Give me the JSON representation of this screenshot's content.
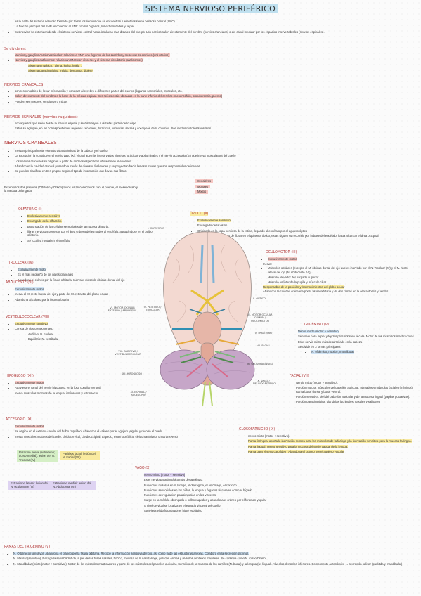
{
  "title": "SISTEMA NERVIOSO PERIFÉRICO",
  "intro": [
    "es la parte del sistema nervioso formado por todos los nervios que se encuentran fuera del sistema nervioso central (SNC)",
    "La función principal del SNP es conectar al SNC con los órganos, las extremidades y la piel",
    "Sus nervios se extienden desde el sistema nervioso central hasta las áreas más distales del cuerpo. Los nervios salen directamente del cerebro (nervios craneales) o del canal medular por los espacios intervertebrales (nervios espinales)."
  ],
  "divide_title": "Se divide en:",
  "divide": [
    "Nervios y ganglios cerebroespinales: relacionan SNC con órganos de los sentidos y musculatura estriada (voluntarios).",
    "Nervios y ganglios autónomos: relacionan SNC con vísceras y el sistema circulatorio (autónomos)."
  ],
  "divide_sub": [
    "Sistema simpático: \"alerta, lucha, huida\".",
    "Sistema parasimpático: \"relaja, descansa, digiere\""
  ],
  "craneales_title": "NERVIOS CRANEALES",
  "craneales": [
    "son responsables de llevar información y conectar al cerebro a diferentes partes del cuerpo (órganos sensoriales, músculos, etc.",
    "Salen directamente del cerebro o la base de la médula espinal. Sus raíces están ubicadas en la parte inferior del cerebro (mesencéfalo, protuberancia, puente)",
    "Pueden ser motores, sensitivos o mixtos"
  ],
  "espinales_title": "NERVIOS ESPINALES (nervios raquídeos)",
  "espinales": [
    "son aquellos que salen desde la médula espinal y se distribuyen a distintas partes del cuerpo",
    "Estos se agrupan, en las correspondientes regiones cervicales, torácicas, lumbares, sacras y coccígeas de la columna. Son mixtos motores/sensitivos"
  ],
  "craneales2_title": "NERVIOS CRANEALES",
  "craneales2": [
    "Inervan principalmente estructuras anatómicas de la cabeza y el cuello.",
    "La excepción la constituyen el nervio vago (X), el cual además inerva varias vísceras torácicas y abdominales y el nervio accesorio (XI) que inerva musculatura del cuello",
    "Los nervios craneales se originan a partir de núcleos específicos ubicados en el encéfalo",
    "Abandonan la cavidad craneal pasando a través de diversos forámenes y se proyectan hacia las estructuras que son responsables de inervar.",
    "Se pueden clasificar en tres grupos según el tipo de información que llevan sus fibras"
  ],
  "craneales2_extra": "Excepto los dos primeros (Olfatorio y Óptico) todos están conectados con: el puente, el mesencéfalo y la médula oblongada",
  "types": [
    "Sensitivos",
    "Motores",
    "Mixtos"
  ],
  "olfatorio_title": "OLFATORIO (I)",
  "olfatorio": [
    "Exclusivamente sensitivo",
    "Encargado de la olfacción.",
    "prolongación de las células sensoriales de la mucosa olfatoria.",
    "fibras nerviosas penetran por el área cribosa del etmoides al encéfalo, agrupándose en el bulbo olfatorio.",
    "Se localiza rostral en el encéfalo"
  ],
  "optico_title": "ÓPTICO (II)",
  "optico": [
    "Exclusivamente sensitivo",
    "Encargado de la visión.",
    "Originado en la capa nerviosa de la retina, llegando al encéfalo por el agujero óptico",
    "Tras el entrecruzamiento de fibras en el quiasma óptico, estas siguen su recorrido por la base del encéfalo, hasta alcanzar el área occipital"
  ],
  "troclear_title": "TROCLEAR (IV)",
  "troclear": [
    "Exclusivamente motor",
    "Es el más pequeño de los pares craneales",
    "Abandona el cráneo por la fisura orbitaria. Inerva el músculo oblicuo dorsal del ojo"
  ],
  "oculomotor_title": "OCULOMOTOR (III)",
  "oculomotor": [
    "Exclusivamente motor",
    "Inerva:",
    "Músculos oculares (excepto el M. oblicuo dorsal del ojo que es inervado por el N. Troclear (IV) y el M. recto lateral del ojo (N. Abducente (VI)).",
    "Músculo elevador del párpado superior.",
    "Músculo esfínter de la pupila y músculo ciliar.",
    "Responsable de la posición y los movimientos del globo ocular",
    "Abandona la cavidad craneana por la fisura orbitaria y da dos ramas en la órbita dorsal y ventral."
  ],
  "abducente_title": "ABDUCENTE (VI)",
  "abducente": [
    "Exclusivamente motor",
    "Inerva al M. recto lateral del ojo y parte del M. retractor del globo ocular",
    "Abandona al cráneo por la fisura orbitaria"
  ],
  "trigemino_title": "TRIGÉMINO (V)",
  "trigemino": [
    "Nervio mixto (motor + sensitivo)",
    "Sensitivo para la piel y tejidos profundos en la cara. Motor de los músculos masticadores",
    "Es el nervio mixto más desarrollado en la cabeza",
    "Se divide en 3 ramas principales"
  ],
  "trigemino_sub": "N. oftálmico, maxilar, mandibular",
  "vestibulo_title": "VESTIBULOCOCLEAR (VIII)",
  "vestibulo": [
    "Exclusivamente sensitivo",
    "Consta de dos componentes:"
  ],
  "vestibulo_sub": [
    "Auditivo: N. coclear",
    "Equilibrio: N. vestibular"
  ],
  "hipogloso_title": "HIPOGLOSO (XII)",
  "hipogloso": [
    "Exclusivamente motor",
    "Atraviesa el canal del nervio hipogloso, en la fosa condilar ventral.",
    "Inerva músculos motores de la lengua, intrínsecos y extrínsecos"
  ],
  "facial_title": "FACIAL (VII)",
  "facial": [
    "Nervio mixto (motor + sensitivo).",
    "Porción motora: músculos del pabellón auricular, párpados y músculos faciales (mímicos). Rama bucal dorsal y bucal ventral.",
    "Porción sensitiva: piel del pabellón auricular y de la mucosa lingual (papilas gustativas).",
    "Porción parasimpática: glándulas lacrimales, nasales y salivares"
  ],
  "accesorio_title": "ACCESORIO (XI)",
  "accesorio": [
    "Exclusivamente motor",
    "Se origina en el extremo caudal del bulbo raquídeo. Abandona el cráneo por el agujero yugular y recorre el cuello.",
    "Inerva músculos motores del cuello: cleidocervical, cleidooccipital, trapecio, esternocefálico, cleidomastoideo, omotransverso"
  ],
  "gloso_title": "GLOSOFARÍNGEO (IX)",
  "gloso": [
    "nervio mixto (motor + sensitivo).",
    "Rama faríngea: aporta la inervación motora para los músculos de la faringe y la inervación sensitiva para la mucosa faríngea.",
    "Rama lingual: nervio sensitivo para la mucosa del tercio caudal de la lengua.",
    "Rama para el seno carotídeo . Abandona el cráneo por el agujero yugular"
  ],
  "boxes": [
    "Rotación lateral (extrabimo; dorso-medial): lesión del N. Troclear (IV)",
    "Parálisis facial: lesión del N. Facial (VII)",
    "Estrabismo lateral: lesión del N. oculomotor (III)",
    "Estrabismo medial: lesión del N. Abducente (VI)"
  ],
  "vago_title": "VAGO (X)",
  "vago": [
    "nervio mixto (motor + sensitivo)",
    "Es el nervio parasimpático más desarrollado.",
    "Funciones motoras en la laringe, el diafragma, el estómago, el corazón.",
    "Funciones sensoriales en los oídos, la lengua y órganos viscerales como el hígado",
    "Funciones de regulación parasimpática en las vísceras",
    "Surge en la médula oblongada o bulbo raquídeo y abandona el cráneo por el foramen yugular",
    "A nivel cervical se localiza en el espacio visceral del cuello",
    "Atraviesa el diafragma por el hiato esofágico"
  ],
  "ramas_title": "RAMAS DEL TRIGÉMINO (V)",
  "ramas": [
    "N. Oftálmico (sensitivo): Abandona el cráneo por la fisura orbitaria. Recoge la información sensitiva del ojo, así como la de las estructuras anexas. Colabora en la secreción lacrimal.",
    "N. Maxilar (sensitivo): Recoge la sensibilidad de la piel de las fosas nasales, hocico, mucosa de la nasofaringe, paladar, encías y alvéolos dentarios maxilares. Se continúa como N. infraorbitario",
    "N. Mandibular (mixto (motor + sensitivo)): Motor de los músculos masticadores y parte de los músculos del pabellón auricular. Sensitivo de la mucosa de los carrillos (N. bucal) y la lengua (N. lingual). Alvéolos dentarios inferiores. Componente autonómico → secreción salivar (parótida y mandibular)"
  ],
  "brain_labels": {
    "olf": "I. OLFATORIO",
    "opt": "II. ÓPTICO",
    "iv": "IV. PATÉTICO / TROCLEAR",
    "iii": "III. MOTOR OCULAR COMÚN / OCULOMOTOR",
    "vi": "VI. MOTOR OCULAR EXTERNO / ABDUCENS",
    "v": "V. TRIGÉMINO",
    "vii": "VII. FACIAL",
    "viii": "VIII. AUDITIVO / VESTIBULOCOCLEAR",
    "ix": "IX. GLOSOFARÍNGEO",
    "xii": "XII. HIPOGLOSO",
    "x": "X. VAGO / NEUMOGÁSTRICO",
    "xi": "XI. ESPINAL / ACCESORIO"
  }
}
